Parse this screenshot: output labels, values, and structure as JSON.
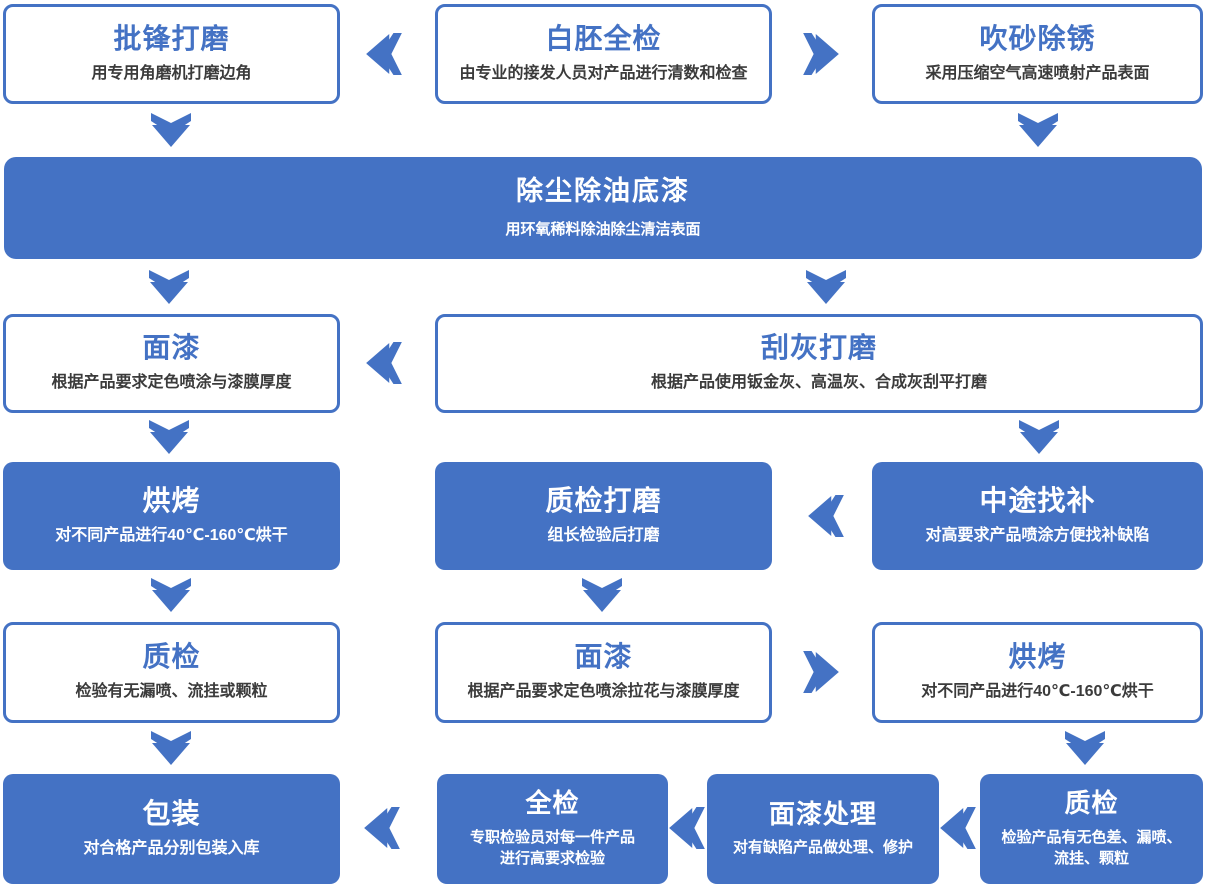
{
  "palette": {
    "accent_blue": "#4472C4",
    "box_background": "#ffffff",
    "subtitle_text": "#3b3b3b",
    "blue_box_text": "#ffffff"
  },
  "diagram": {
    "type": "process-flowchart",
    "steps": {
      "pifeng_damo": {
        "title": "批锋打磨",
        "subtitle": "用专用角磨机打磨边角"
      },
      "baipei_quanjian": {
        "title": "白胚全检",
        "subtitle": "由专业的接发人员对产品进行清数和检查"
      },
      "chuisha_chuxiu": {
        "title": "吹砂除锈",
        "subtitle": "采用压缩空气高速喷射产品表面"
      },
      "chuchen_diqi": {
        "title": "除尘除油底漆",
        "subtitle": "用环氧稀料除油除尘清洁表面"
      },
      "mianqi_1": {
        "title": "面漆",
        "subtitle": "根据产品要求定色喷涂与漆膜厚度"
      },
      "guahui_damo": {
        "title": "刮灰打磨",
        "subtitle": "根据产品使用钣金灰、高温灰、合成灰刮平打磨"
      },
      "hongkao_1": {
        "title": "烘烤",
        "subtitle": "对不同产品进行40℃-160℃烘干"
      },
      "zhijian_damo": {
        "title": "质检打磨",
        "subtitle": "组长检验后打磨"
      },
      "zhongtu_zhaobu": {
        "title": "中途找补",
        "subtitle": "对高要求产品喷涂方便找补缺陷"
      },
      "zhijian_1": {
        "title": "质检",
        "subtitle": "检验有无漏喷、流挂或颗粒"
      },
      "mianqi_2": {
        "title": "面漆",
        "subtitle": "根据产品要求定色喷涂拉花与漆膜厚度"
      },
      "hongkao_2": {
        "title": "烘烤",
        "subtitle": "对不同产品进行40℃-160℃烘干"
      },
      "baozhuang": {
        "title": "包装",
        "subtitle": "对合格产品分别包装入库"
      },
      "quanjian": {
        "title": "全检",
        "subtitle": "专职检验员对每一件产品进行高要求检验"
      },
      "mianqi_chuli": {
        "title": "面漆处理",
        "subtitle": "对有缺陷产品做处理、修护"
      },
      "zhijian_2": {
        "title": "质检",
        "subtitle": "检验产品有无色差、漏喷、流挂、颗粒"
      }
    },
    "connections": [
      {
        "from": "baipei_quanjian",
        "to": "pifeng_damo",
        "arrow": "double-left"
      },
      {
        "from": "baipei_quanjian",
        "to": "chuisha_chuxiu",
        "arrow": "double-right"
      },
      {
        "from": "pifeng_damo",
        "to": "chuchen_diqi",
        "arrow": "double-down"
      },
      {
        "from": "chuisha_chuxiu",
        "to": "chuchen_diqi",
        "arrow": "double-down"
      },
      {
        "from": "chuchen_diqi",
        "to": "mianqi_1",
        "arrow": "double-down"
      },
      {
        "from": "chuchen_diqi",
        "to": "guahui_damo",
        "arrow": "double-down"
      },
      {
        "from": "guahui_damo",
        "to": "mianqi_1",
        "arrow": "double-left"
      },
      {
        "from": "mianqi_1",
        "to": "hongkao_1",
        "arrow": "double-down"
      },
      {
        "from": "guahui_damo",
        "to": "zhongtu_zhaobu",
        "arrow": "double-down"
      },
      {
        "from": "zhongtu_zhaobu",
        "to": "zhijian_damo",
        "arrow": "double-left"
      },
      {
        "from": "hongkao_1",
        "to": "zhijian_1",
        "arrow": "double-down"
      },
      {
        "from": "zhijian_damo",
        "to": "mianqi_2",
        "arrow": "double-down"
      },
      {
        "from": "mianqi_2",
        "to": "hongkao_2",
        "arrow": "double-right"
      },
      {
        "from": "zhijian_1",
        "to": "baozhuang",
        "arrow": "double-down"
      },
      {
        "from": "hongkao_2",
        "to": "zhijian_2",
        "arrow": "double-down"
      },
      {
        "from": "zhijian_2",
        "to": "mianqi_chuli",
        "arrow": "double-left"
      },
      {
        "from": "mianqi_chuli",
        "to": "quanjian",
        "arrow": "double-left"
      },
      {
        "from": "quanjian",
        "to": "baozhuang",
        "arrow": "double-left"
      }
    ]
  }
}
